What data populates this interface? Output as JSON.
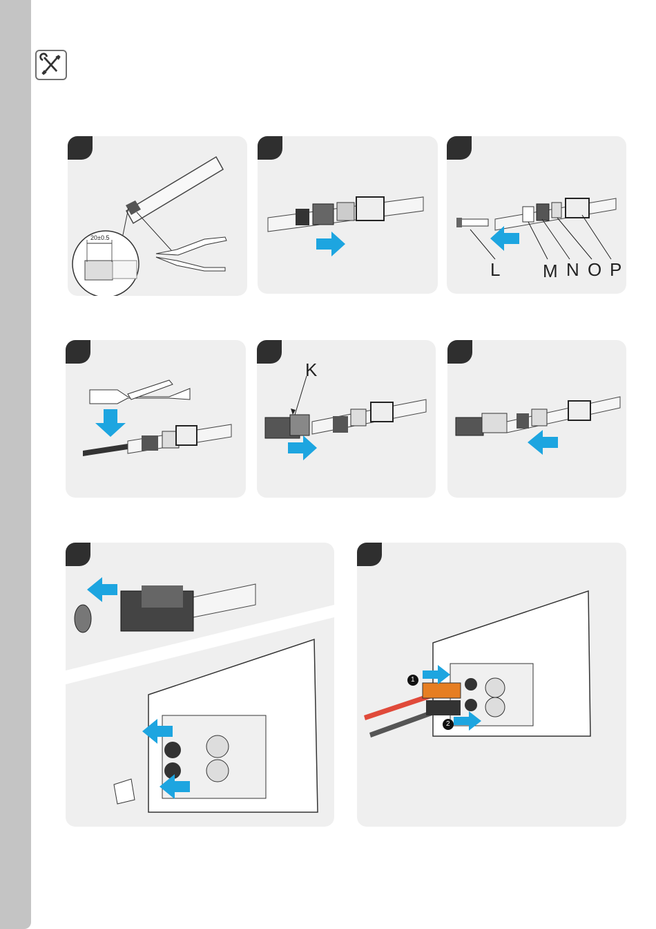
{
  "header": {
    "icon": "tools-icon"
  },
  "step3": {
    "labels": [
      "L",
      "M",
      "N",
      "O",
      "P"
    ]
  },
  "step2_row2": {
    "label": "K"
  },
  "step1": {
    "dimension": "20±0.5"
  },
  "step8": {
    "markers": [
      "1",
      "2"
    ]
  },
  "colors": {
    "accent_arrow": "#1da5e0",
    "panel_bg": "#efefef",
    "badge": "#2f2f2f",
    "sidebar": "#c4c4c4",
    "cable_red": "#e04a3a",
    "connector_orange": "#e67e22"
  }
}
